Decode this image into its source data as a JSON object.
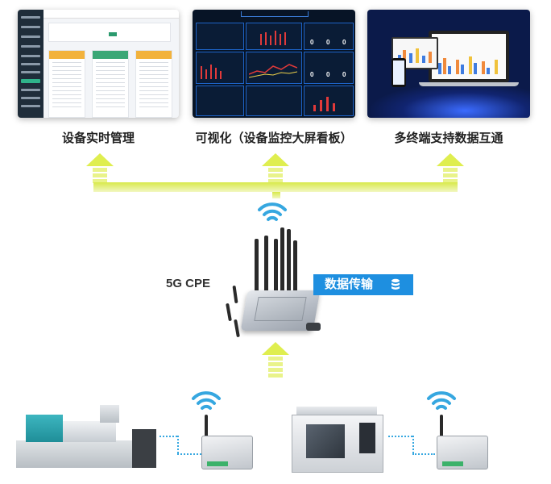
{
  "captions": {
    "realtime": "设备实时管理",
    "visual": "可视化（设备监控大屏看板）",
    "multi": "多终端支持数据互通"
  },
  "device": {
    "name": "5G CPE"
  },
  "badge": {
    "label": "数据传输"
  },
  "colors": {
    "arrow": "#dfee4f",
    "badge": "#1e8fe0",
    "wifi": "#36a7e0",
    "dashboard_red": "#e23a3a"
  },
  "dashboard": {
    "numbers": [
      "0",
      "0",
      "0",
      "0",
      "0",
      "0"
    ]
  },
  "icons": [
    "wifi-icon",
    "database-icon",
    "up-arrow-icon"
  ]
}
